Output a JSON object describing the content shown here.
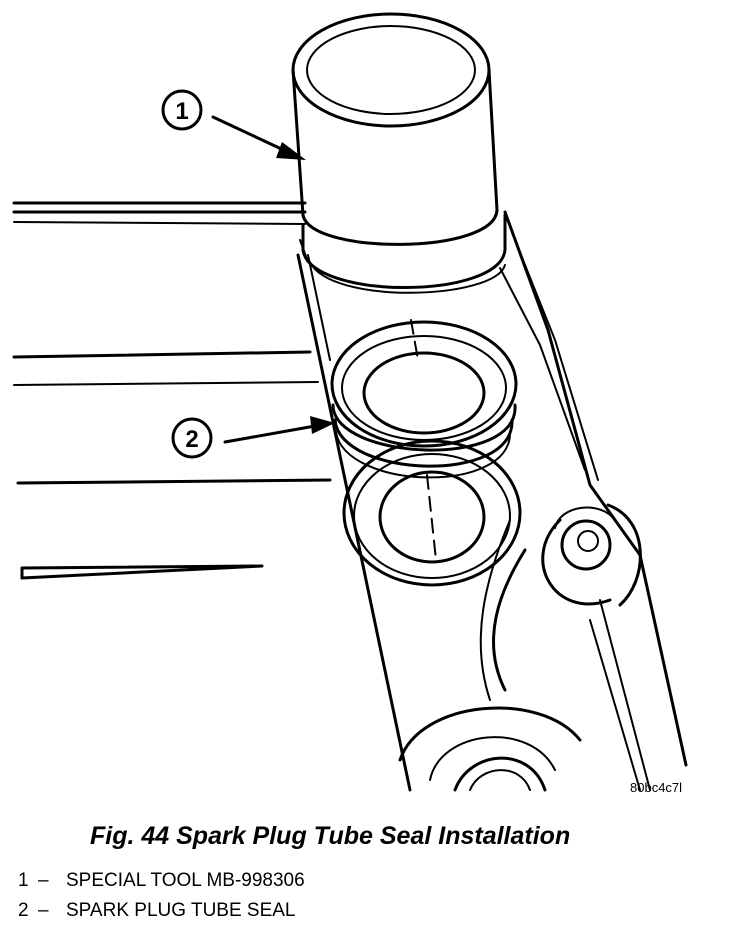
{
  "figure": {
    "caption": "Fig. 44 Spark Plug Tube Seal Installation",
    "image_code": "80bc4c7l",
    "callouts": [
      {
        "number": "1",
        "target": "special-tool"
      },
      {
        "number": "2",
        "target": "tube-seal"
      }
    ],
    "legend": [
      {
        "number": "1",
        "separator": "–",
        "label": "SPECIAL TOOL MB-998306"
      },
      {
        "number": "2",
        "separator": "–",
        "label": "SPARK PLUG TUBE SEAL"
      }
    ]
  }
}
